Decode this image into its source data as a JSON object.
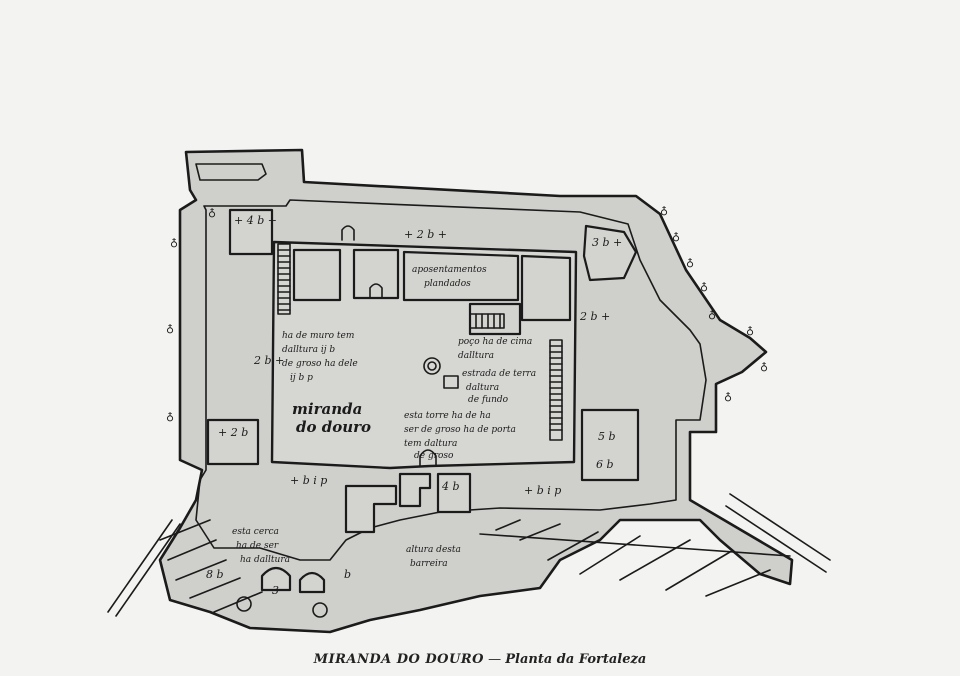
{
  "caption": {
    "place": "MIRANDA DO DOURO",
    "separator": " — ",
    "subtitle": "Planta da Fortaleza"
  },
  "plan_labels": {
    "fortress_name_line1": "miranda",
    "fortress_name_line2": "do douro",
    "lodgings_line1": "aposentamentos",
    "lodgings_line2": "plandados",
    "west_range_line1": "ha de muro tem",
    "west_range_line2": "dalltura ij b",
    "west_range_line3": "de groso ha dele",
    "west_range_line4": "ij b p",
    "center_line1": "poço ha de cima",
    "center_line2": "dalltura",
    "cistern_line1": "estrada de terra",
    "cistern_line2": "daltura",
    "cistern_line3": "de fundo",
    "south_line1": "esta torre ha de ha",
    "south_line2": "ser de groso ha de porta",
    "south_line3": "tem daltura",
    "south_line4": "de groso",
    "moat_line1": "esta cerca",
    "moat_line2": "ha de ser",
    "moat_line3": "ha dalltura",
    "moat_right_line1": "altura desta",
    "moat_right_line2": "barreira",
    "measure_top": "+ 2 b +",
    "measure_tl": "+ 4 b +",
    "measure_tr": "3 b +",
    "measure_bottom_left": "+ b i p",
    "measure_bottom_mid": "4 b",
    "measure_bottom_right": "+ b i p",
    "measure_right": "2 b +",
    "measure_left": "2 b +",
    "measure_bl_room": "+ 2 b",
    "measure_br_room": "5 b",
    "measure_br_room2": "6 b",
    "measure_gate_left": "8 b",
    "measure_gate_mid": "3",
    "measure_gate_right": "b"
  }
}
